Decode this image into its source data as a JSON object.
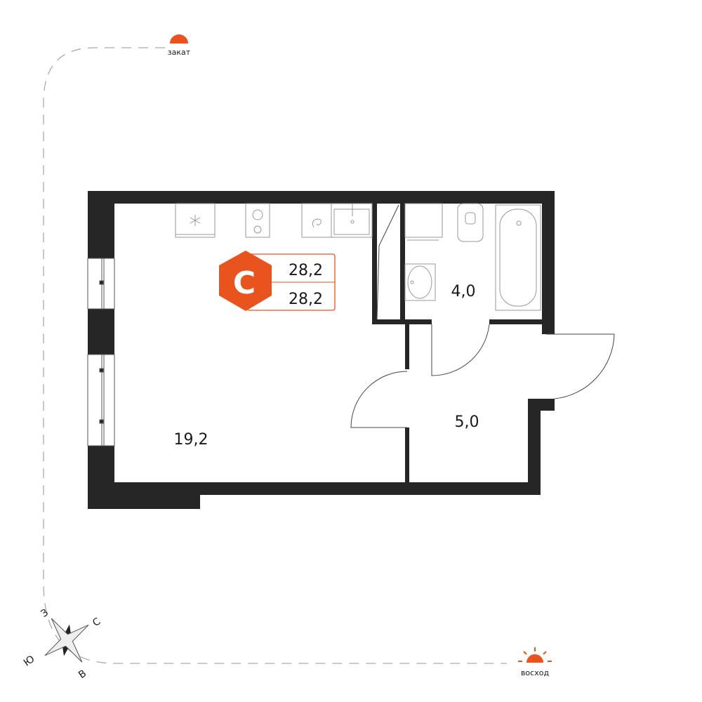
{
  "sun": {
    "sunset_label": "закат",
    "sunrise_label": "восход"
  },
  "compass": {
    "north": "С",
    "south": "Ю",
    "west": "З",
    "east": "В"
  },
  "badge": {
    "logo_letter": "С",
    "total_area": "28,2",
    "living_area": "28,2"
  },
  "rooms": {
    "studio": "19,2",
    "bathroom": "4,0",
    "hall": "5,0"
  },
  "colors": {
    "accent": "#E8531E",
    "wall": "#262626",
    "fixture": "#9a9a9a"
  }
}
